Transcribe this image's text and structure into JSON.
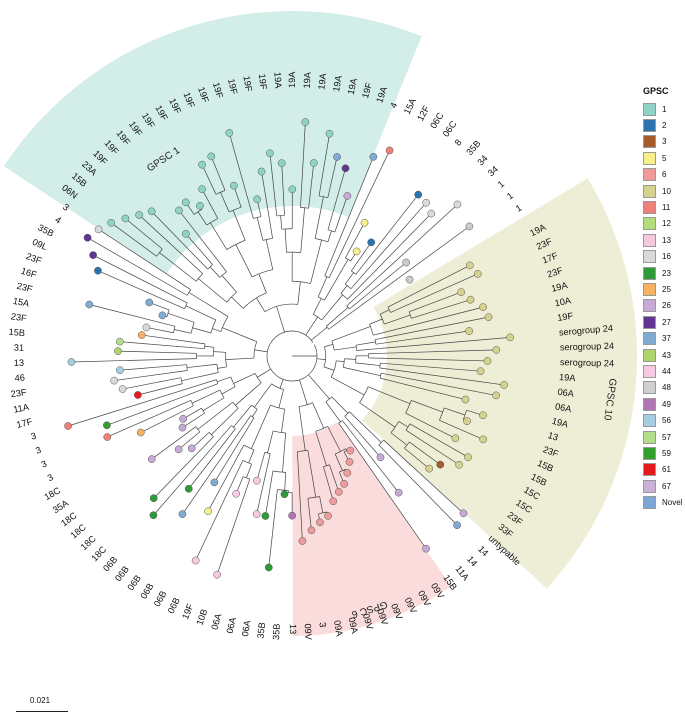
{
  "clade_labels": {
    "gpsc10": "GPSC 10",
    "gpsc6": "GPSC 6",
    "gpsc1": "GPSC 1"
  },
  "legend": {
    "title": "GPSC",
    "entries": [
      {
        "label": "1",
        "color": "#8fd3c7"
      },
      {
        "label": "2",
        "color": "#2c74b0"
      },
      {
        "label": "3",
        "color": "#a95a2a"
      },
      {
        "label": "5",
        "color": "#f6ef8a"
      },
      {
        "label": "6",
        "color": "#f09b9b"
      },
      {
        "label": "10",
        "color": "#d4d28e"
      },
      {
        "label": "11",
        "color": "#f08077"
      },
      {
        "label": "12",
        "color": "#b3dd7c"
      },
      {
        "label": "13",
        "color": "#f6c8de"
      },
      {
        "label": "16",
        "color": "#d9d9d9"
      },
      {
        "label": "23",
        "color": "#2f9a3a"
      },
      {
        "label": "25",
        "color": "#f7b363"
      },
      {
        "label": "26",
        "color": "#c7a9d6"
      },
      {
        "label": "27",
        "color": "#623592"
      },
      {
        "label": "37",
        "color": "#80acd4"
      },
      {
        "label": "43",
        "color": "#aed46b"
      },
      {
        "label": "44",
        "color": "#f9c9e3"
      },
      {
        "label": "48",
        "color": "#cfcfcf"
      },
      {
        "label": "49",
        "color": "#b175b6"
      },
      {
        "label": "56",
        "color": "#a6cee3"
      },
      {
        "label": "57",
        "color": "#b2df8a"
      },
      {
        "label": "59",
        "color": "#33a02c"
      },
      {
        "label": "61",
        "color": "#e31a1c"
      },
      {
        "label": "67",
        "color": "#cab2d6"
      },
      {
        "label": "Novel",
        "color": "#7fa7d6"
      }
    ]
  },
  "scale_bar": {
    "label": "0.021"
  },
  "tip_labels": [
    "19A",
    "23F",
    "17F",
    "23F",
    "19A",
    "10A",
    "19F",
    "serogroup 24",
    "serogroup 24",
    "serogroup 24",
    "19A",
    "06A",
    "06A",
    "19A",
    "13",
    "23F",
    "15B",
    "15B",
    "15C",
    "15C",
    "23F",
    "33F",
    "untypable",
    "14",
    "14",
    "11A",
    "15B",
    "09V",
    "09V",
    "09V",
    "09V",
    "09V",
    "09V",
    "09A",
    "09A",
    "3",
    "09V",
    "13",
    "35B",
    "35B",
    "06A",
    "06A",
    "06A",
    "10B",
    "19F",
    "06B",
    "06B",
    "06B",
    "06B",
    "06B",
    "06B",
    "18C",
    "18C",
    "18C",
    "18C",
    "35A",
    "18C",
    "3",
    "3",
    "3",
    "3",
    "17F",
    "11A",
    "23F",
    "46",
    "13",
    "31",
    "15B",
    "23F",
    "15A",
    "23F",
    "16F",
    "23F",
    "09L",
    "35B",
    "4",
    "3",
    "06N",
    "15B",
    "23A",
    "19F",
    "19F",
    "19F",
    "19F",
    "19F",
    "19F",
    "19F",
    "19F",
    "19F",
    "19F",
    "19F",
    "19F",
    "19F",
    "19A",
    "19A",
    "19A",
    "19A",
    "19A",
    "19A",
    "19F",
    "19A",
    "4",
    "15A",
    "12F",
    "06C",
    "06C",
    "8",
    "35B",
    "34",
    "34",
    "1",
    "1",
    "1"
  ],
  "tip_gpsc": [
    "10",
    "10",
    "10",
    "10",
    "10",
    "10",
    "10",
    "10",
    "10",
    "10",
    "10",
    "10",
    "10",
    "10",
    "10",
    "10",
    "10",
    "10",
    "10",
    "10",
    "3",
    "10",
    "26",
    "37",
    "26",
    "26",
    "26",
    "6",
    "6",
    "6",
    "6",
    "6",
    "6",
    "6",
    "6",
    "6",
    "6",
    "49",
    "23",
    "23",
    "23",
    "44",
    "44",
    "44",
    "44",
    "44",
    "5",
    "37",
    "37",
    "23",
    "23",
    "23",
    "26",
    "26",
    "26",
    "26",
    "26",
    "25",
    "11",
    "59",
    "11",
    "61",
    "16",
    "16",
    "56",
    "56",
    "43",
    "57",
    "25",
    "16",
    "37",
    "37",
    "37",
    "2",
    "27",
    "27",
    "16",
    "1",
    "1",
    "1",
    "1",
    "1",
    "1",
    "1",
    "1",
    "1",
    "1",
    "1",
    "1",
    "1",
    "1",
    "1",
    "1",
    "1",
    "1",
    "1",
    "1",
    "1",
    "37",
    "27",
    "26",
    "37",
    "11",
    "5",
    "5",
    "2",
    "2",
    "16",
    "16",
    "16"
  ]
}
